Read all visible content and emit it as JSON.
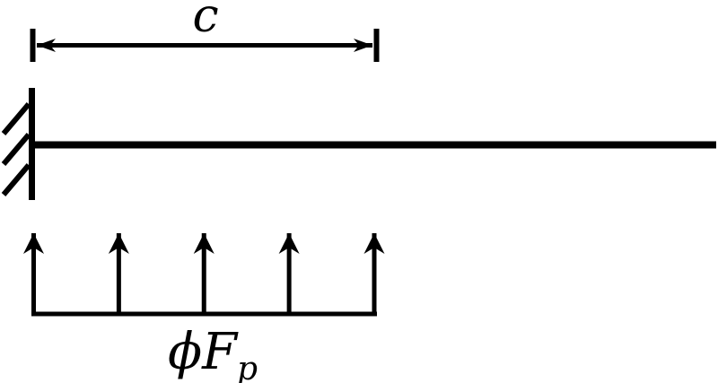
{
  "diagram": {
    "dimension": {
      "label": "c"
    },
    "load": {
      "label_main": "ϕF",
      "label_sub": "p",
      "arrow_count": 5
    },
    "colors": {
      "ink": "#000000",
      "background": "#ffffff"
    }
  }
}
